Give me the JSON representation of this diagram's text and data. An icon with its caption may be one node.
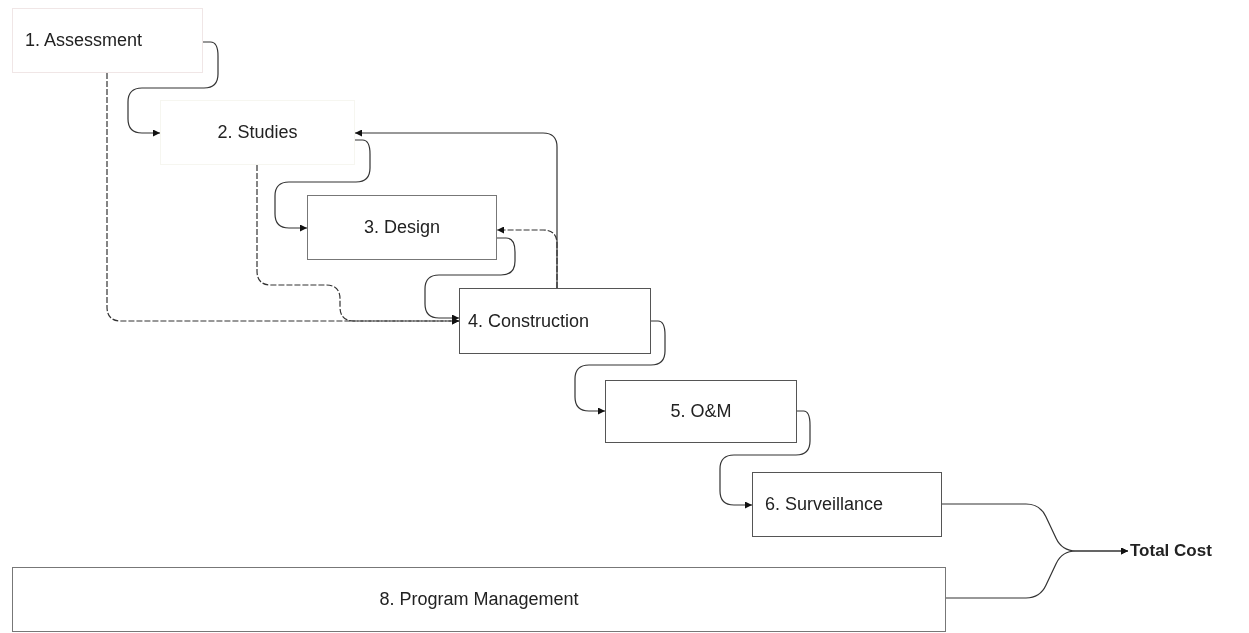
{
  "diagram": {
    "nodes": [
      {
        "text": [
          "1. Assessment"
        ]
      },
      {
        "text": [
          "2. Studies"
        ]
      },
      {
        "text": [
          "3. Design"
        ]
      },
      {
        "text": [
          "4. Construction"
        ]
      },
      {
        "text": [
          "5. O&M"
        ]
      },
      {
        "text": [
          "6. Surveillance"
        ]
      },
      {
        "text": [
          "8. Program Management"
        ]
      },
      {
        "text": [
          "Total Cost"
        ]
      }
    ],
    "edges": [
      {
        "from": 0,
        "to": 1,
        "arrow": "to"
      },
      {
        "from": 1,
        "to": 2,
        "arrow": "to"
      },
      {
        "from": 0,
        "to": 3,
        "arrow": "to",
        "style": "dashed"
      },
      {
        "from": 1,
        "to": 3,
        "arrow": "to",
        "style": "dashed"
      },
      {
        "from": 3,
        "to": 1,
        "arrow": "to"
      },
      {
        "from": 3,
        "to": 2,
        "arrow": "to",
        "style": "dashed"
      },
      {
        "from": 2,
        "to": 3,
        "arrow": "to"
      },
      {
        "from": 3,
        "to": 4,
        "arrow": "to"
      },
      {
        "from": 4,
        "to": 5,
        "arrow": "to"
      },
      {
        "from": 5,
        "to": 7,
        "arrow": "to"
      },
      {
        "from": 6,
        "to": 7,
        "arrow": "to"
      }
    ]
  }
}
